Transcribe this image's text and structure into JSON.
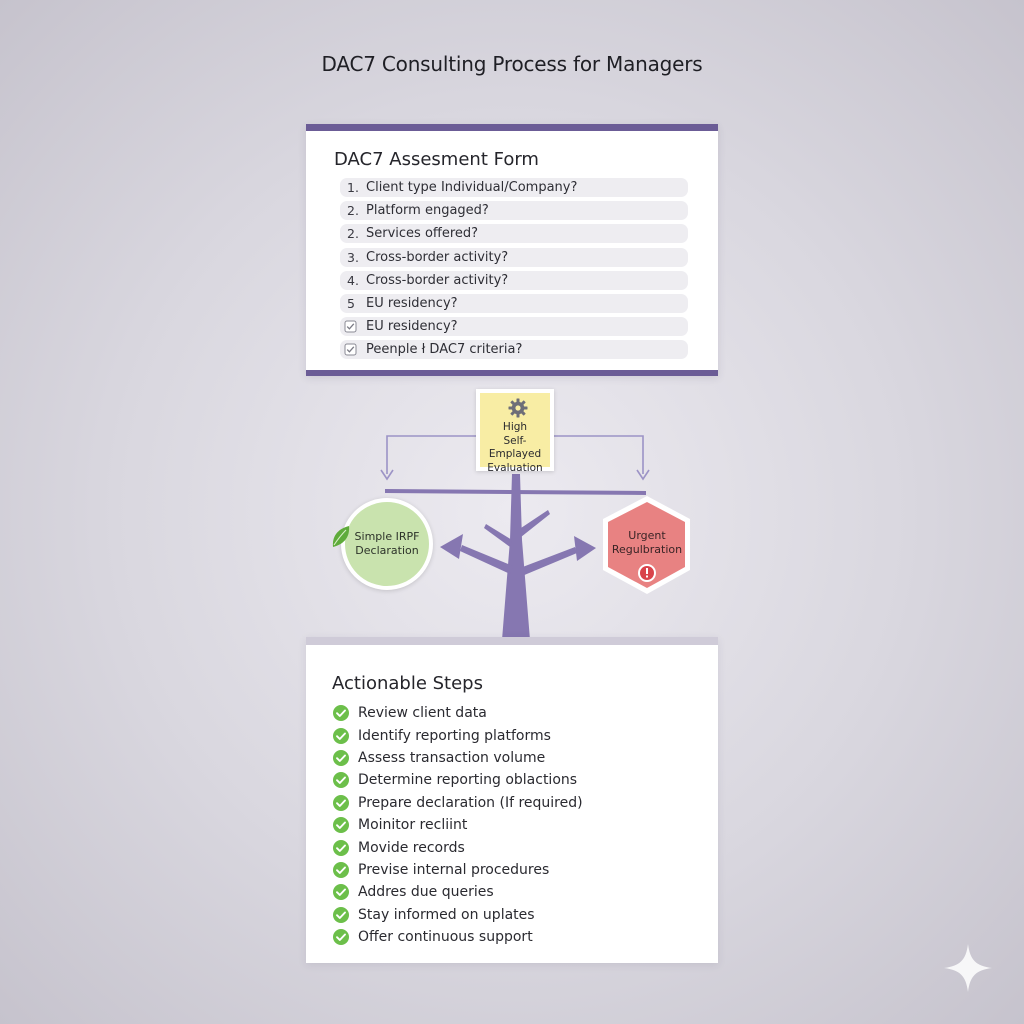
{
  "title": "DAC7 Consulting Process for Managers",
  "assessment_form": {
    "title": "DAC7 Assesment Form",
    "items": [
      {
        "marker": "1.",
        "text": "Client type Individual/Company?"
      },
      {
        "marker": "2.",
        "text": "Platform engaged?"
      },
      {
        "marker": "2.",
        "text": "Services offered?"
      },
      {
        "marker": "3.",
        "text": "Cross-border activity?"
      },
      {
        "marker": "4.",
        "text": "Cross-border activity?"
      },
      {
        "marker": "5",
        "text": "EU residency?"
      },
      {
        "marker": "checkbox",
        "text": "EU residency?"
      },
      {
        "marker": "checkbox",
        "text": "Peenple ł DAC7 criteria?"
      }
    ]
  },
  "decision": {
    "line1": "High",
    "line2": "Self-Emplayed",
    "line3": "Evaluation",
    "icon": "gear-icon"
  },
  "outcome_left": {
    "line1": "Simple IRPF",
    "line2": "Declaration",
    "icon": "leaf-icon",
    "color": "#c9e3ae"
  },
  "outcome_right": {
    "line1": "Urgent",
    "line2": "Regulbration",
    "icon": "warning-icon",
    "color": "#e88282"
  },
  "actionable_steps": {
    "title": "Actionable Steps",
    "items": [
      "Review client data",
      "Identify reporting platforms",
      "Assess transaction volume",
      "Determine reporting oblactions",
      "Prepare declaration (If required)",
      "Moinitor recliint",
      "Movide records",
      "Previse internal procedures",
      "Addres due queries",
      "Stay informed on uplates",
      "Offer continuous support"
    ]
  },
  "colors": {
    "accent_purple": "#6b5c96",
    "tree_purple": "#8677b1",
    "check_green": "#6cbf4a",
    "decision_yellow": "#f8eda4"
  }
}
